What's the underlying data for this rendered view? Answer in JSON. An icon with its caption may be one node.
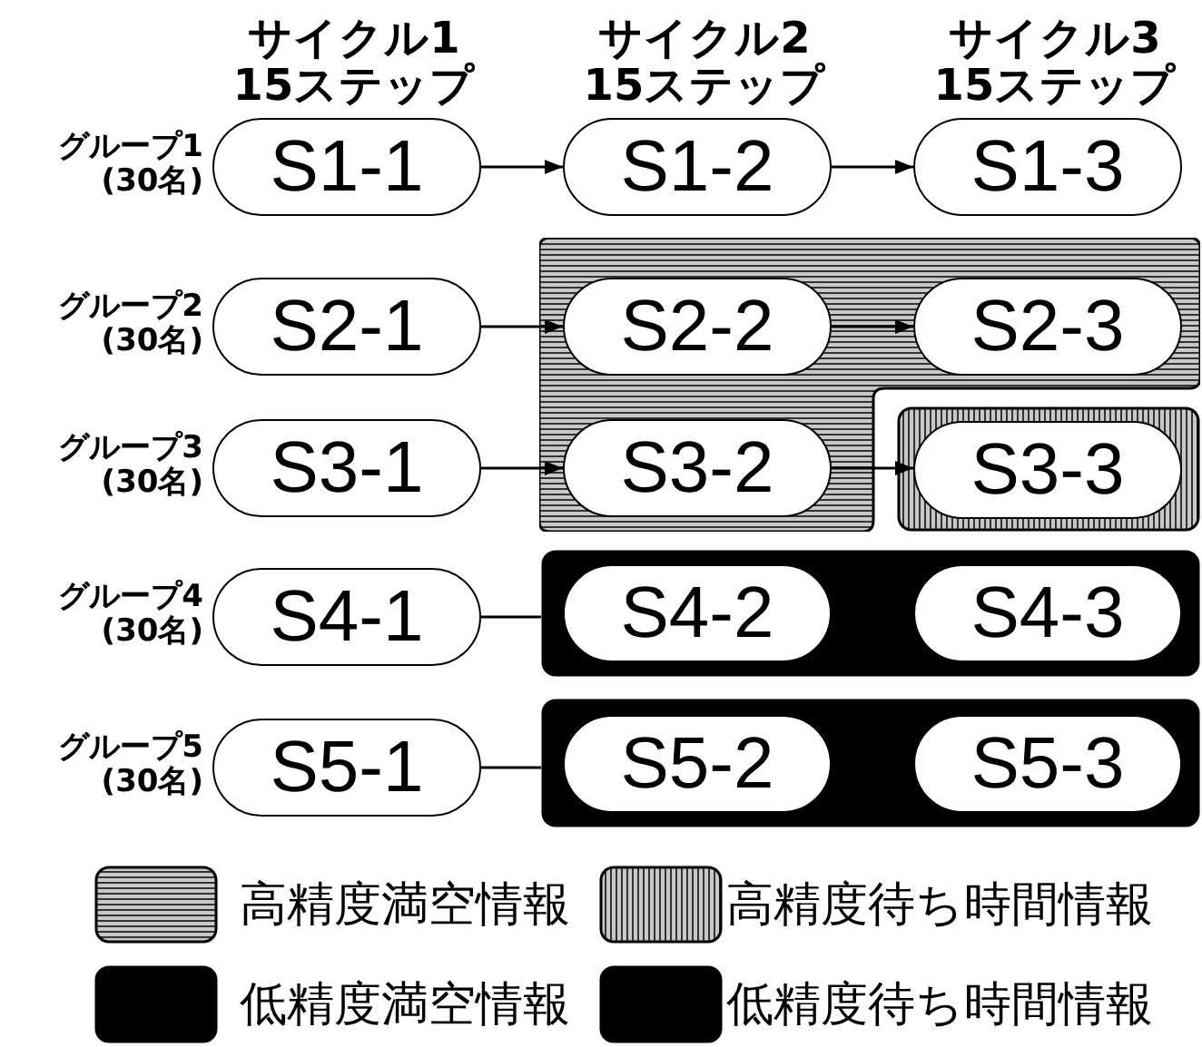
{
  "diagram": {
    "nodes": [
      {
        "text": [
          "S1-1"
        ]
      },
      {
        "text": [
          "S1-2"
        ]
      },
      {
        "text": [
          "S1-3"
        ]
      },
      {
        "text": [
          "S2-1"
        ]
      },
      {
        "text": [],
        "shape": "box"
      },
      {
        "text": [
          "S2-2"
        ],
        "in": 4
      },
      {
        "text": [
          "S2-3"
        ],
        "in": 4
      },
      {
        "text": [
          "S3-1"
        ]
      },
      {
        "text": [
          "S3-2"
        ],
        "in": 4
      },
      {
        "text": [],
        "shape": "box"
      },
      {
        "text": [
          "S3-3"
        ],
        "in": 9
      },
      {
        "text": [
          "S4-1"
        ]
      },
      {
        "text": [],
        "shape": "box"
      },
      {
        "text": [
          "S4-2"
        ],
        "in": 12
      },
      {
        "text": [
          "S4-3"
        ],
        "in": 12
      },
      {
        "text": [
          "S5-1"
        ]
      },
      {
        "text": [],
        "shape": "box"
      },
      {
        "text": [
          "S5-2"
        ],
        "in": 16
      },
      {
        "text": [
          "S5-3"
        ],
        "in": 16
      }
    ],
    "edges": [
      {
        "from": 0,
        "to": 1,
        "arrow": "to"
      },
      {
        "from": 1,
        "to": 2,
        "arrow": "to"
      },
      {
        "from": 3,
        "to": 5,
        "arrow": "to"
      },
      {
        "from": 5,
        "to": 6,
        "arrow": "to"
      },
      {
        "from": 7,
        "to": 8,
        "arrow": "to"
      },
      {
        "from": 8,
        "to": 10,
        "arrow": "to"
      },
      {
        "from": 11,
        "to": 12,
        "arrow": "none"
      },
      {
        "from": 15,
        "to": 16,
        "arrow": "none"
      }
    ],
    "labels": [
      "サイクル1 15ステップ",
      "サイクル2 15ステップ",
      "サイクル3 15ステップ",
      "グループ1 (30名)",
      "グループ2 (30名)",
      "グループ3 (30名)",
      "グループ4 (30名)",
      "グループ5 (30名)"
    ],
    "legend": [
      {
        "text": "高精度満空情報"
      },
      {
        "text": "高精度待ち時間情報"
      },
      {
        "text": "低精度満空情報"
      },
      {
        "text": "低精度待ち時間情報"
      }
    ]
  }
}
